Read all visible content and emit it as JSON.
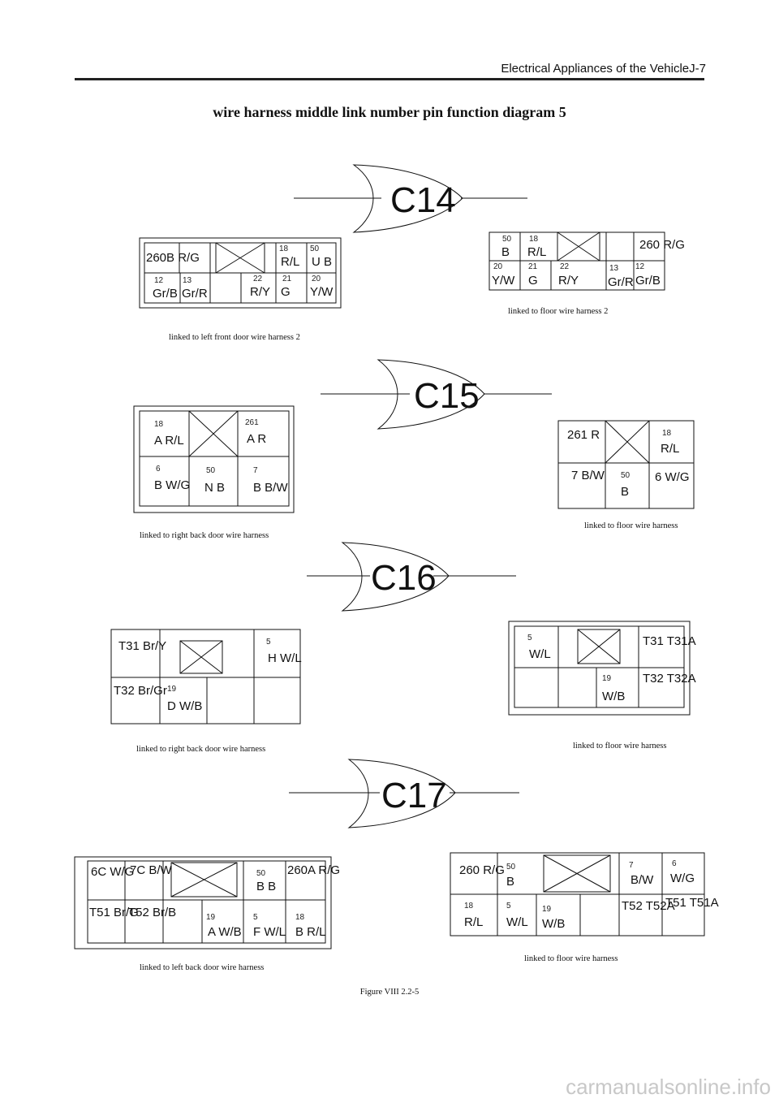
{
  "header": {
    "title": "Electrical Appliances of the VehicleJ-7"
  },
  "page_title": "wire harness middle link number pin function diagram  5",
  "figure_caption": "Figure VIII  2.2-5",
  "watermark": "carmanualsonline.info",
  "connectors": [
    {
      "id": "C14",
      "left_caption": "linked to left front door wire harness 2",
      "right_caption": "linked to floor wire harness 2",
      "left_pins": [
        {
          "num": "",
          "label": "260B R/G"
        },
        {
          "num": "18",
          "label": "R/L"
        },
        {
          "num": "50",
          "label": "U B"
        },
        {
          "num": "12",
          "label": "Gr/B"
        },
        {
          "num": "13",
          "label": "Gr/R"
        },
        {
          "num": "22",
          "label": "R/Y"
        },
        {
          "num": "21",
          "label": "G"
        },
        {
          "num": "20",
          "label": "Y/W"
        }
      ],
      "right_pins": [
        {
          "num": "50",
          "label": "B"
        },
        {
          "num": "18",
          "label": "R/L"
        },
        {
          "num": "",
          "label": "260 R/G"
        },
        {
          "num": "20",
          "label": "Y/W"
        },
        {
          "num": "21",
          "label": "G"
        },
        {
          "num": "22",
          "label": "R/Y"
        },
        {
          "num": "13",
          "label": "Gr/R"
        },
        {
          "num": "12",
          "label": "Gr/B"
        }
      ]
    },
    {
      "id": "C15",
      "left_caption": "linked to right back door wire harness",
      "right_caption": "linked to floor wire harness",
      "left_pins": [
        {
          "num": "18",
          "label": "A R/L"
        },
        {
          "num": "261",
          "label": "A R"
        },
        {
          "num": "6",
          "label": "B W/G"
        },
        {
          "num": "50",
          "label": "N B"
        },
        {
          "num": "7",
          "label": "B B/W"
        }
      ],
      "right_pins": [
        {
          "num": "",
          "label": "261 R"
        },
        {
          "num": "18",
          "label": "R/L"
        },
        {
          "num": "",
          "label": "7 B/W"
        },
        {
          "num": "50",
          "label": "B"
        },
        {
          "num": "",
          "label": "6 W/G"
        }
      ]
    },
    {
      "id": "C16",
      "left_caption": "linked to right back door wire harness",
      "right_caption": "linked to floor wire harness",
      "left_pins": [
        {
          "num": "",
          "label": "T31 Br/Y"
        },
        {
          "num": "5",
          "label": "H W/L"
        },
        {
          "num": "",
          "label": "T32 Br/Gr"
        },
        {
          "num": "19",
          "label": "D W/B"
        }
      ],
      "right_pins": [
        {
          "num": "5",
          "label": "W/L"
        },
        {
          "num": "",
          "label": "T31 T31A"
        },
        {
          "num": "19",
          "label": "W/B"
        },
        {
          "num": "",
          "label": "T32 T32A"
        }
      ]
    },
    {
      "id": "C17",
      "left_caption": "linked to left back door wire harness",
      "right_caption": "linked to floor wire harness",
      "left_pins": [
        {
          "num": "",
          "label": "6C W/G"
        },
        {
          "num": "",
          "label": "7C B/W"
        },
        {
          "num": "50",
          "label": "B B"
        },
        {
          "num": "",
          "label": "260A R/G"
        },
        {
          "num": "",
          "label": "T51 Br/G"
        },
        {
          "num": "",
          "label": "T52 Br/B"
        },
        {
          "num": "19",
          "label": "A W/B"
        },
        {
          "num": "5",
          "label": "F W/L"
        },
        {
          "num": "18",
          "label": "B R/L"
        }
      ],
      "right_pins": [
        {
          "num": "",
          "label": "260 R/G"
        },
        {
          "num": "50",
          "label": "B"
        },
        {
          "num": "7",
          "label": "B/W"
        },
        {
          "num": "6",
          "label": "W/G"
        },
        {
          "num": "18",
          "label": "R/L"
        },
        {
          "num": "5",
          "label": "W/L"
        },
        {
          "num": "19",
          "label": "W/B"
        },
        {
          "num": "",
          "label": "T52 T52A"
        },
        {
          "num": "",
          "label": "T51 T51A"
        }
      ]
    }
  ]
}
